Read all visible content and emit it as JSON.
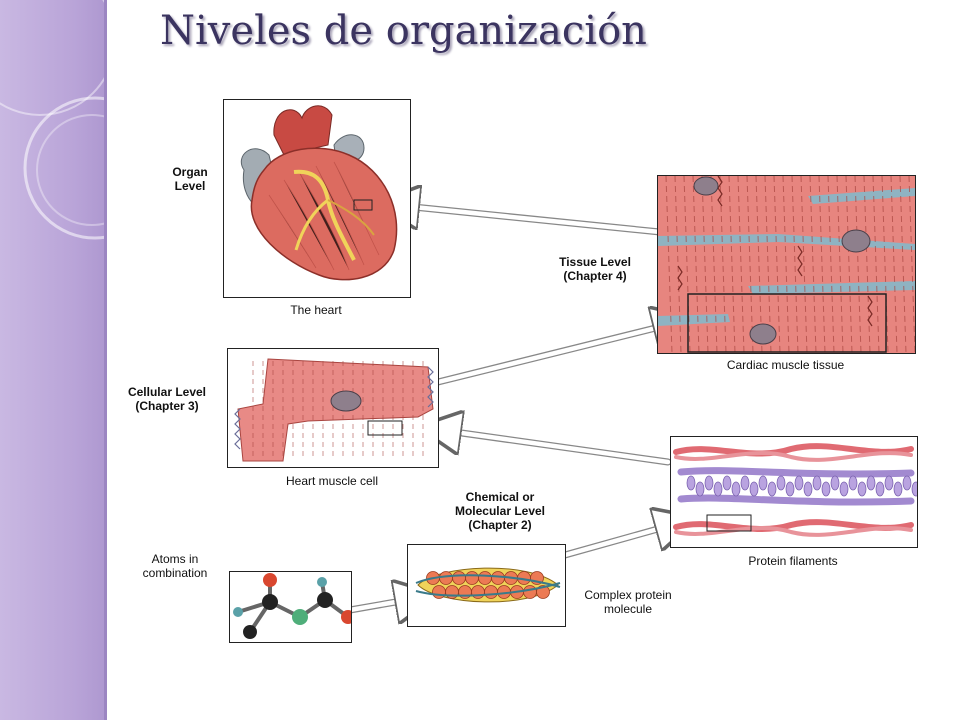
{
  "slide": {
    "title": "Niveles de organización"
  },
  "labels": {
    "organ_level": "Organ\nLevel",
    "heart_caption": "The heart",
    "tissue_level": "Tissue Level\n(Chapter 4)",
    "tissue_caption": "Cardiac muscle tissue",
    "cellular_level": "Cellular Level\n(Chapter 3)",
    "cell_caption": "Heart muscle cell",
    "chemical_level": "Chemical or\nMolecular Level\n(Chapter 2)",
    "atoms_caption": "Atoms in\ncombination",
    "protein_molecule_caption": "Complex protein\nmolecule",
    "filaments_caption": "Protein filaments"
  },
  "colors": {
    "sidebar": "#b9a4d8",
    "title": "#3b3460",
    "muscle": "#e88a86",
    "muscle_line": "#b7443f",
    "connective": "#7fa9bb",
    "nucleus": "#8e7f8c",
    "heart_red": "#d9564a",
    "vessel_gray": "#9aa3aa",
    "fat_yellow": "#f0d35a",
    "filament_red": "#e06a72",
    "filament_purple": "#a28ad0"
  }
}
